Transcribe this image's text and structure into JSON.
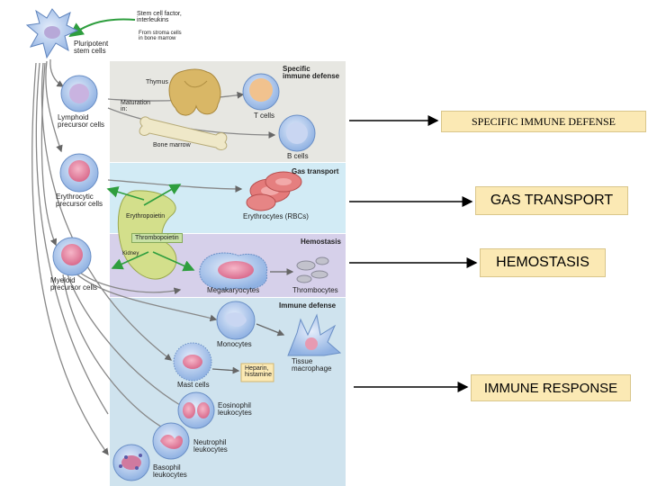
{
  "diagram": {
    "stem_cell_factor": "Stem cell factor,\ninterleukins",
    "stroma_note": "From stroma cells\nin bone marrow",
    "pluripotent": "Pluripotent\nstem cells",
    "lymphoid": "Lymphoid\nprecursor cells",
    "erythrocytic": "Erythrocytic\nprecursor cells",
    "myeloid": "Myeloid\nprecursor cells",
    "thymus": "Thymus",
    "maturation_in": "Maturation\nin:",
    "bone_marrow": "Bone marrow",
    "specific_immune_defense_header": "Specific\nimmune defense",
    "t_cells": "T cells",
    "b_cells": "B cells",
    "gas_transport_header": "Gas transport",
    "erythropoietin": "Erythropoietin",
    "erythrocytes": "Erythrocytes (RBCs)",
    "thrombopoietin": "Thrombopoietin",
    "kidney": "Kidney",
    "hemostasis_header": "Hemostasis",
    "megakaryocytes": "Megakaryocytes",
    "thrombocytes": "Thrombocytes",
    "immune_defense_header": "Immune defense",
    "monocytes": "Monocytes",
    "tissue_macrophage": "Tissue\nmacrophage",
    "heparin_histamine": "Heparin,\nhistamine",
    "mast_cells": "Mast cells",
    "eosinophil": "Eosinophil\nleukocytes",
    "neutrophil": "Neutrophil\nleukocytes",
    "basophil": "Basophil\nleukocytes"
  },
  "callouts": {
    "specific_immune_defense": "SPECIFIC IMMUNE DEFENSE",
    "gas_transport": "GAS TRANSPORT",
    "hemostasis": "HEMOSTASIS",
    "immune_response": "IMMUNE RESPONSE"
  },
  "colors": {
    "panel_gray": "#e7e7e2",
    "panel_blue": "#d2ebf5",
    "panel_purple": "#d6d0ea",
    "panel_lower": "#cfe3ee",
    "callout_fill": "#fbe9b4",
    "cell_blue": "#9fbfe8",
    "cell_pink": "#e58aa9",
    "rbc_red": "#e47a7a",
    "bone": "#efe8c8",
    "thymus": "#d9b766",
    "kidney": "#d3df8b",
    "green_arrow": "#2e9e3e"
  }
}
